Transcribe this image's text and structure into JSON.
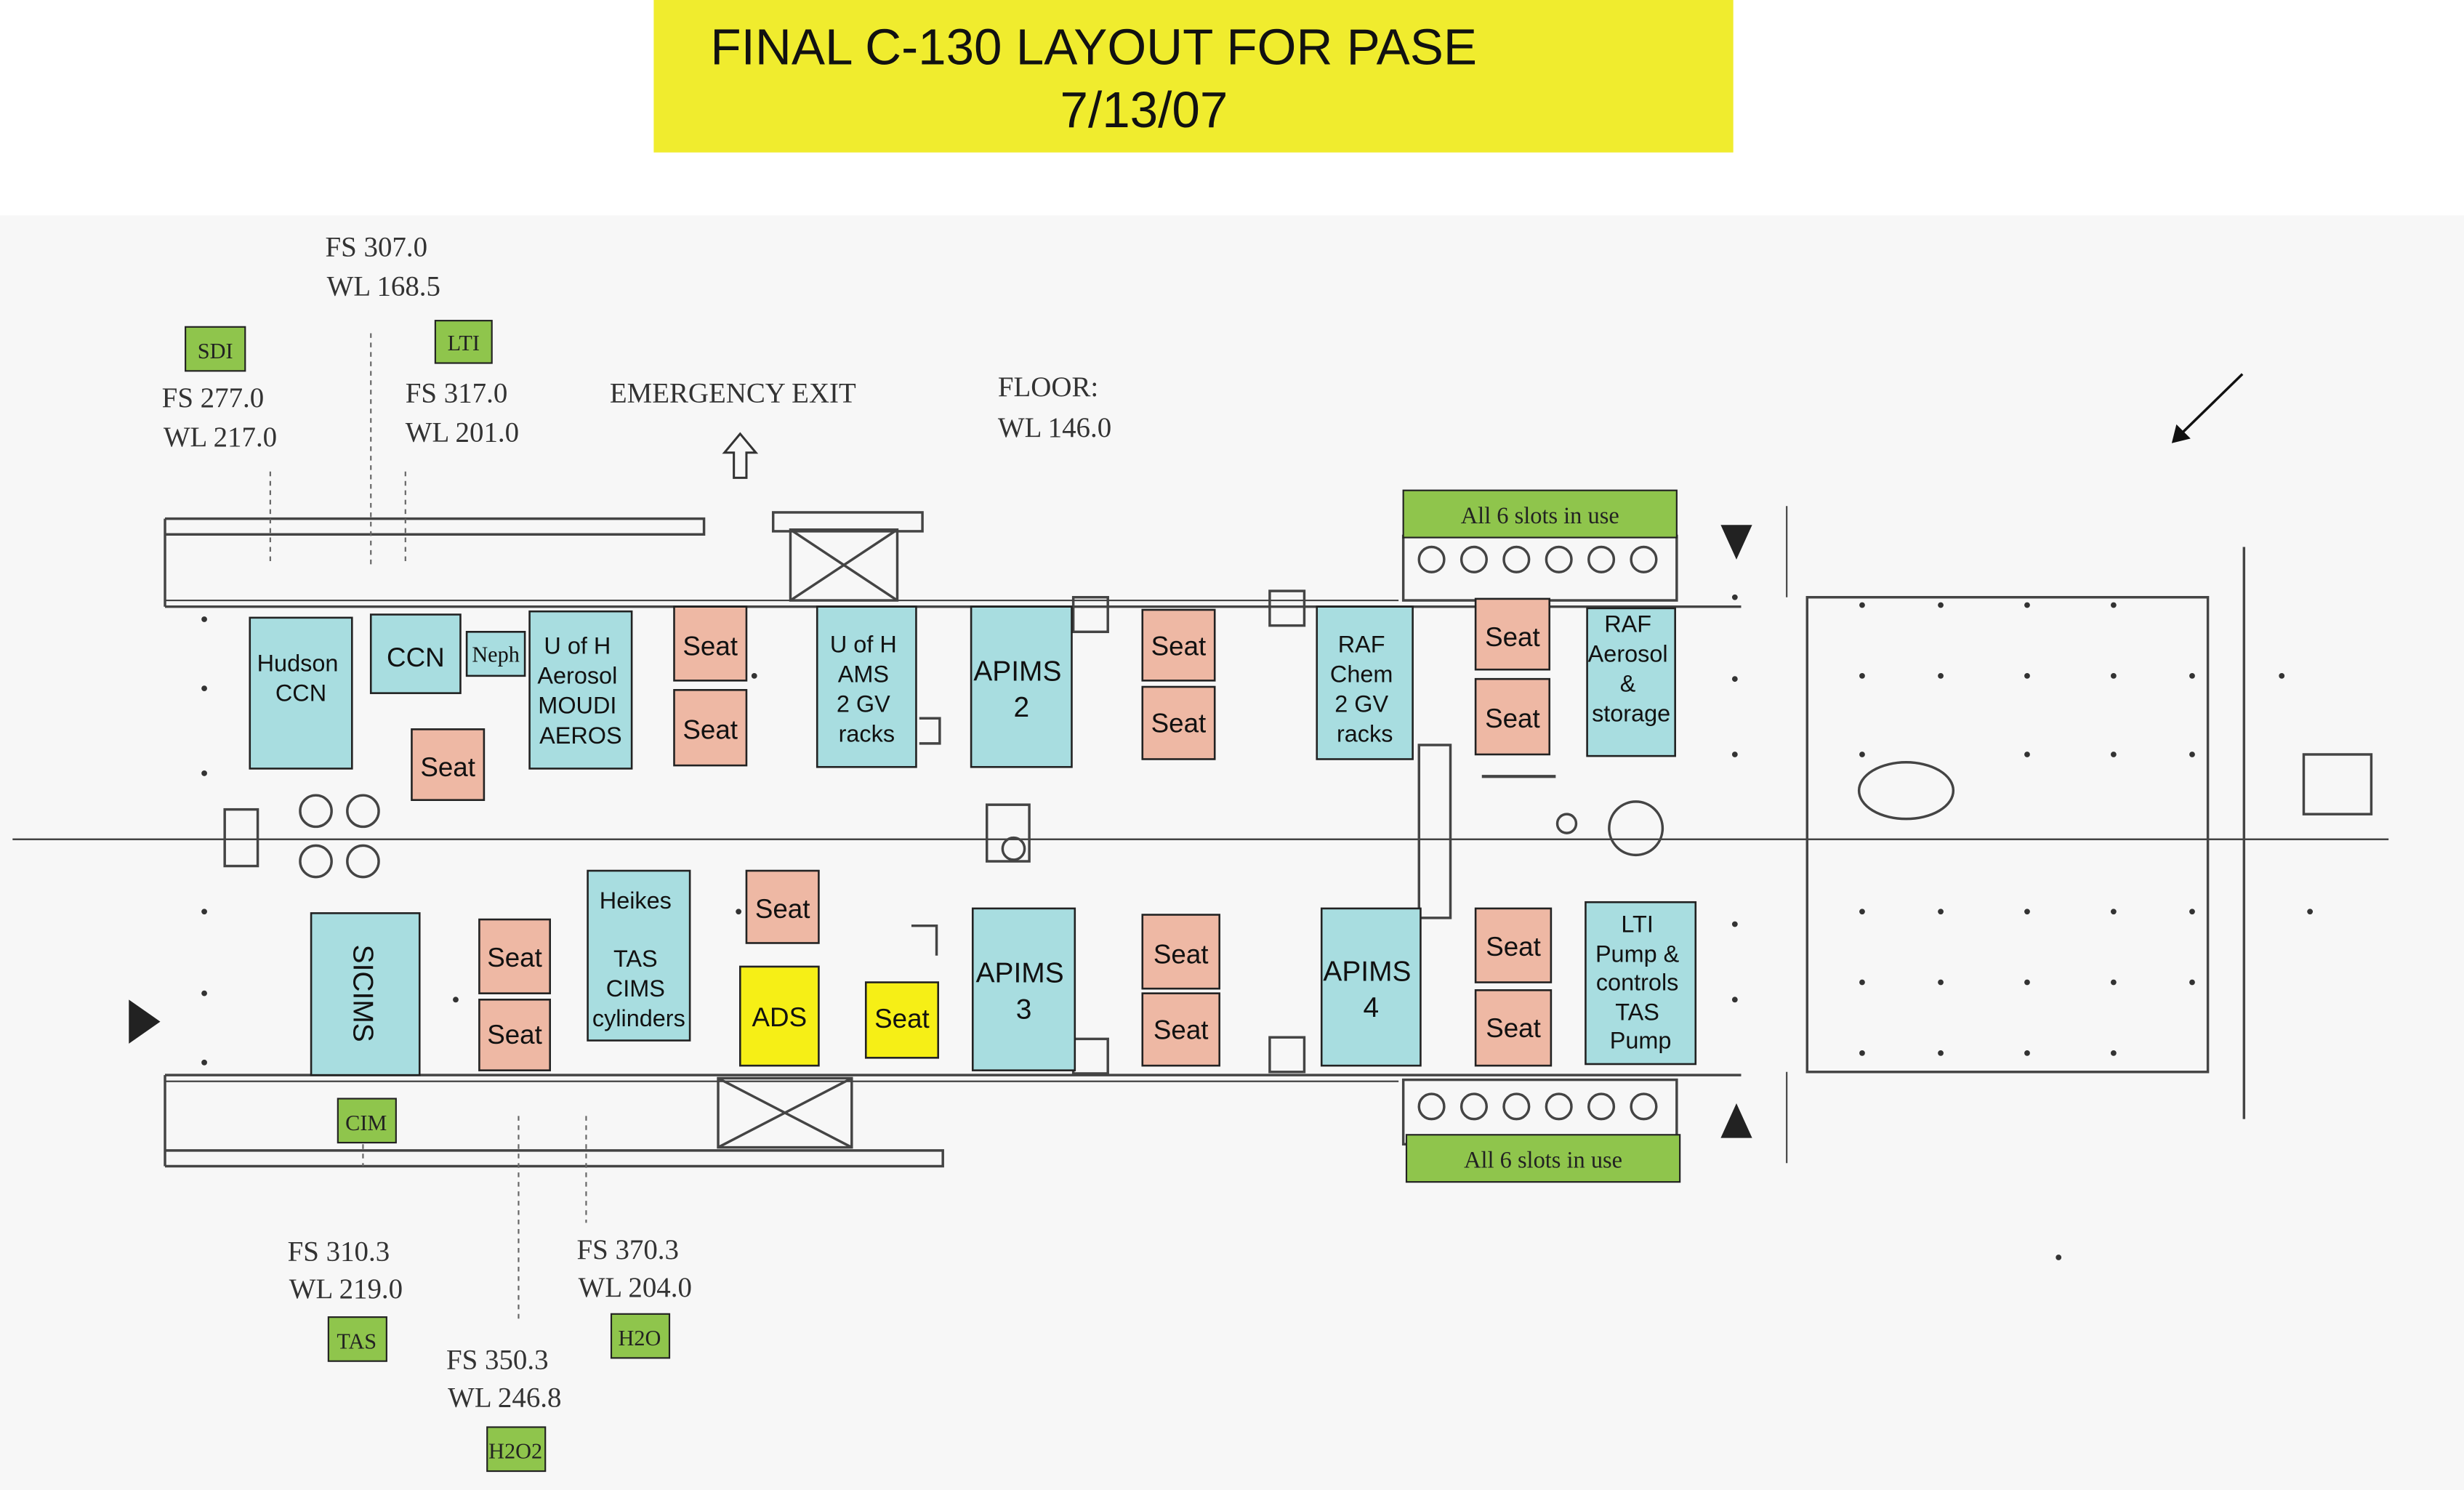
{
  "title": {
    "line1": "FINAL C-130 LAYOUT FOR PASE",
    "line2": "7/13/07"
  },
  "colors": {
    "title_bg": "#f0ec2e",
    "instrument": "#a8dde0",
    "seat": "#eeb8a4",
    "yellow": "#f6ef16",
    "green": "#8fc54c",
    "line": "#444444",
    "page": "#ffffff",
    "paper": "#f7f7f7"
  },
  "annotations": {
    "fs307_1": "FS 307.0",
    "fs307_2": "WL 168.5",
    "fs277_1": "FS 277.0",
    "fs277_2": "WL 217.0",
    "fs317_1": "FS 317.0",
    "fs317_2": "WL 201.0",
    "emergency": "EMERGENCY EXIT",
    "floor_1": "FLOOR:",
    "floor_2": "WL 146.0",
    "fs310_1": "FS 310.3",
    "fs310_2": "WL 219.0",
    "fs370_1": "FS 370.3",
    "fs370_2": "WL 204.0",
    "fs350_1": "FS 350.3",
    "fs350_2": "WL 246.8"
  },
  "inlets": {
    "sdi": "SDI",
    "lti": "LTI",
    "cim": "CIM",
    "tas": "TAS",
    "h2o": "H2O",
    "h2o2": "H2O2"
  },
  "slots": {
    "top": "All 6 slots in use",
    "bottom": "All 6 slots in use"
  },
  "instruments": {
    "hudson_ccn": [
      "Hudson",
      "CCN"
    ],
    "ccn": [
      "CCN"
    ],
    "neph": [
      "Neph"
    ],
    "uofh_aerosol": [
      "U of H",
      "Aerosol",
      "MOUDI",
      "AEROS"
    ],
    "uofh_ams": [
      "U of H",
      "AMS",
      "2 GV",
      "racks"
    ],
    "apims2": [
      "APIMS",
      "2"
    ],
    "raf_chem": [
      "RAF",
      "Chem",
      "2 GV",
      "racks"
    ],
    "raf_aerosol": [
      "RAF",
      "Aerosol",
      "&",
      "storage"
    ],
    "sicims": [
      "SICIMS"
    ],
    "heikes": [
      "Heikes",
      "",
      "TAS",
      "CIMS",
      "cylinders"
    ],
    "ads": [
      "ADS"
    ],
    "apims3": [
      "APIMS",
      "3"
    ],
    "apims4": [
      "APIMS",
      "4"
    ],
    "lti_pump": [
      "LTI",
      "Pump &",
      "controls",
      "TAS",
      "Pump"
    ]
  },
  "seat_label": "Seat"
}
